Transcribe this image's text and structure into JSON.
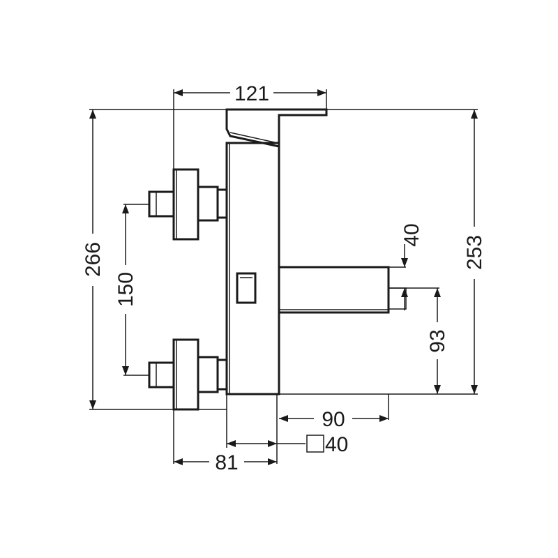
{
  "drawing": {
    "type": "technical drawing - side elevation of wall-mounted bath mixer",
    "dimensions": {
      "top_width": "121",
      "total_height": "266",
      "inlet_spacing": "150",
      "spout_height": "40",
      "right_height": "253",
      "spout_to_floor": "93",
      "spout_length": "90",
      "square_section": "40",
      "depth_from_wall": "81"
    },
    "square_symbol": "square-section-symbol"
  }
}
